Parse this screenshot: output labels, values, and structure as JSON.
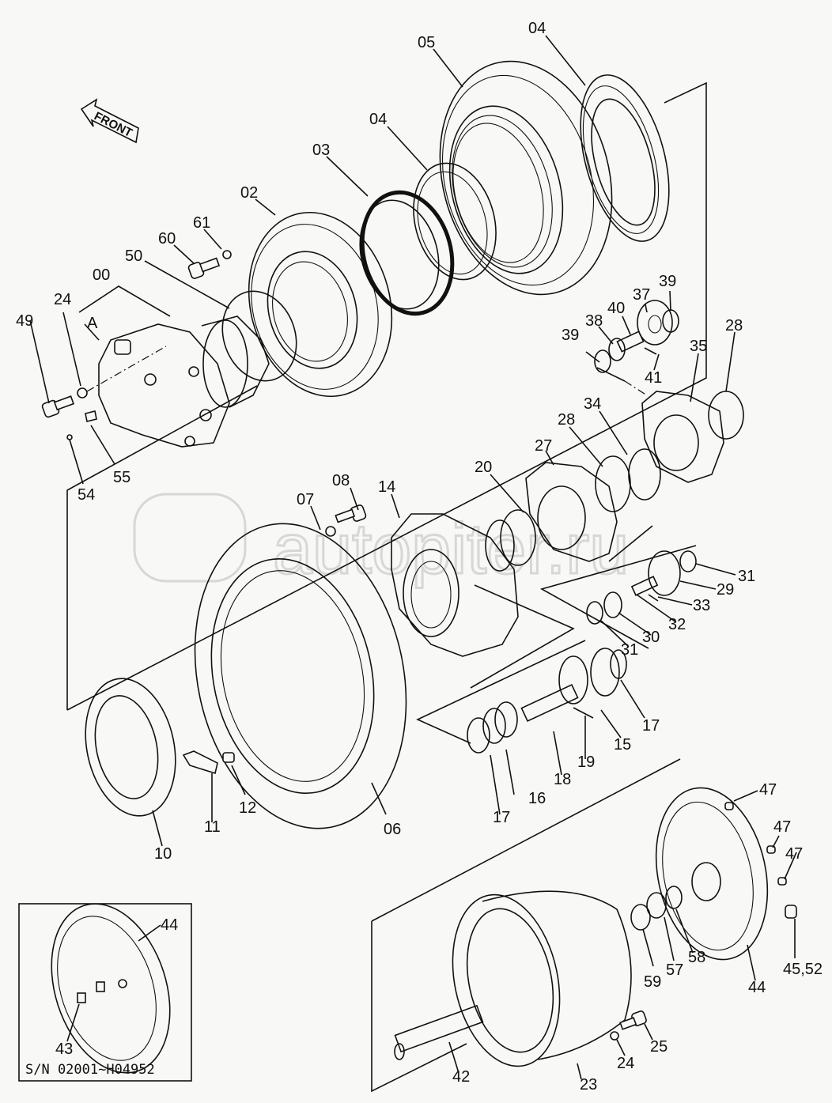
{
  "diagram": {
    "title": "Travel reduction gear exploded parts view",
    "direction_marker": "FRONT",
    "watermark": "autopiter.ru",
    "accent_color": "#111111",
    "background_color": "#f8f9f7",
    "inset": {
      "serial_range": "S/N 02001~H04952",
      "labels": [
        "44",
        "43"
      ]
    },
    "callouts": [
      {
        "id": "04a",
        "text": "04"
      },
      {
        "id": "05",
        "text": "05"
      },
      {
        "id": "04b",
        "text": "04"
      },
      {
        "id": "03",
        "text": "03"
      },
      {
        "id": "02",
        "text": "02"
      },
      {
        "id": "61",
        "text": "61"
      },
      {
        "id": "60",
        "text": "60"
      },
      {
        "id": "50",
        "text": "50"
      },
      {
        "id": "00",
        "text": "00"
      },
      {
        "id": "A",
        "text": "A"
      },
      {
        "id": "24a",
        "text": "24"
      },
      {
        "id": "49",
        "text": "49"
      },
      {
        "id": "54",
        "text": "54"
      },
      {
        "id": "55",
        "text": "55"
      },
      {
        "id": "39a",
        "text": "39"
      },
      {
        "id": "37",
        "text": "37"
      },
      {
        "id": "40",
        "text": "40"
      },
      {
        "id": "38",
        "text": "38"
      },
      {
        "id": "39b",
        "text": "39"
      },
      {
        "id": "41",
        "text": "41"
      },
      {
        "id": "35",
        "text": "35"
      },
      {
        "id": "28a",
        "text": "28"
      },
      {
        "id": "34",
        "text": "34"
      },
      {
        "id": "28b",
        "text": "28"
      },
      {
        "id": "27",
        "text": "27"
      },
      {
        "id": "20",
        "text": "20"
      },
      {
        "id": "14",
        "text": "14"
      },
      {
        "id": "08",
        "text": "08"
      },
      {
        "id": "07",
        "text": "07"
      },
      {
        "id": "31a",
        "text": "31"
      },
      {
        "id": "29",
        "text": "29"
      },
      {
        "id": "33",
        "text": "33"
      },
      {
        "id": "32",
        "text": "32"
      },
      {
        "id": "30",
        "text": "30"
      },
      {
        "id": "31b",
        "text": "31"
      },
      {
        "id": "17a",
        "text": "17"
      },
      {
        "id": "15",
        "text": "15"
      },
      {
        "id": "19",
        "text": "19"
      },
      {
        "id": "18",
        "text": "18"
      },
      {
        "id": "16",
        "text": "16"
      },
      {
        "id": "17b",
        "text": "17"
      },
      {
        "id": "06",
        "text": "06"
      },
      {
        "id": "12",
        "text": "12"
      },
      {
        "id": "11",
        "text": "11"
      },
      {
        "id": "10",
        "text": "10"
      },
      {
        "id": "47a",
        "text": "47"
      },
      {
        "id": "47b",
        "text": "47"
      },
      {
        "id": "47c",
        "text": "47"
      },
      {
        "id": "45_52",
        "text": "45,52"
      },
      {
        "id": "44",
        "text": "44"
      },
      {
        "id": "58",
        "text": "58"
      },
      {
        "id": "57",
        "text": "57"
      },
      {
        "id": "59",
        "text": "59"
      },
      {
        "id": "25",
        "text": "25"
      },
      {
        "id": "24b",
        "text": "24"
      },
      {
        "id": "23",
        "text": "23"
      },
      {
        "id": "42",
        "text": "42"
      }
    ]
  }
}
